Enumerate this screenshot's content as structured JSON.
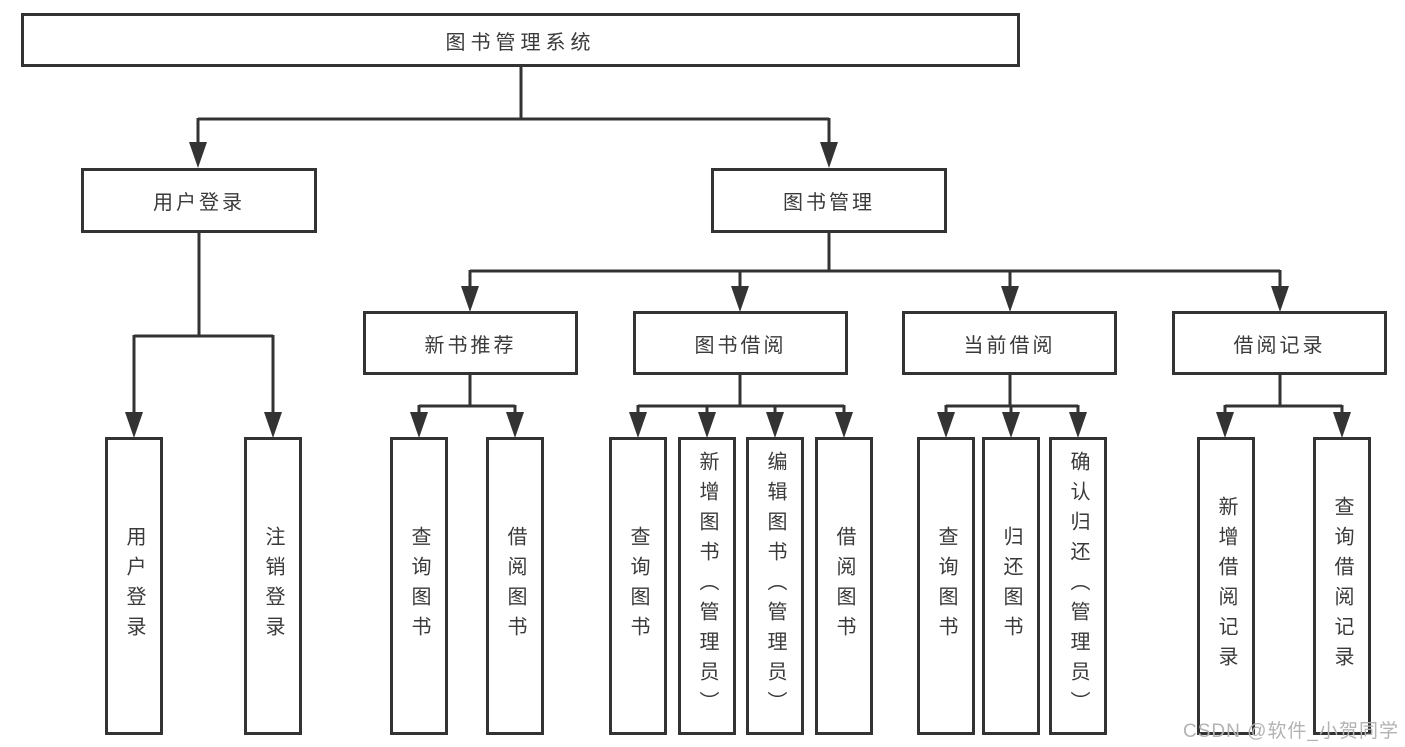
{
  "colors": {
    "line": "#333333",
    "text": "#3a3a3a",
    "background": "#ffffff",
    "watermark": "#b3b3b3"
  },
  "watermark": {
    "text": "CSDN @软件_小贺同学"
  },
  "tree": {
    "root": {
      "label": "图书管理系统"
    },
    "children": [
      {
        "label": "用户登录",
        "children": [
          {
            "label": "用户登录"
          },
          {
            "label": "注销登录"
          }
        ]
      },
      {
        "label": "图书管理",
        "children": [
          {
            "label": "新书推荐",
            "children": [
              {
                "label": "查询图书"
              },
              {
                "label": "借阅图书"
              }
            ]
          },
          {
            "label": "图书借阅",
            "children": [
              {
                "label": "查询图书"
              },
              {
                "label": "新增图书（管理员）"
              },
              {
                "label": "编辑图书（管理员）"
              },
              {
                "label": "借阅图书"
              }
            ]
          },
          {
            "label": "当前借阅",
            "children": [
              {
                "label": "查询图书"
              },
              {
                "label": "归还图书"
              },
              {
                "label": "确认归还（管理员）"
              }
            ]
          },
          {
            "label": "借阅记录",
            "children": [
              {
                "label": "新增借阅记录"
              },
              {
                "label": "查询借阅记录"
              }
            ]
          }
        ]
      }
    ]
  }
}
